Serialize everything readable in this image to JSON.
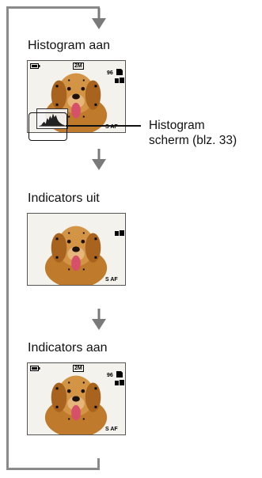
{
  "steps": [
    {
      "caption": "Histogram aan",
      "indicators": {
        "battery": true,
        "size": "2M",
        "count": "96",
        "card": true,
        "mode": true,
        "focus": "S AF",
        "histogram": true
      }
    },
    {
      "caption": "Indicators uit",
      "indicators": {
        "battery": false,
        "size": "",
        "count": "",
        "card": false,
        "mode": true,
        "focus": "S AF",
        "histogram": false
      }
    },
    {
      "caption": "Indicators aan",
      "indicators": {
        "battery": true,
        "size": "2M",
        "count": "96",
        "card": true,
        "mode": true,
        "focus": "S AF",
        "histogram": false
      }
    }
  ],
  "callout": {
    "line1": "Histogram",
    "line2": "scherm (blz. 33)"
  },
  "colors": {
    "flow_line": "#8a8a8a",
    "arrow": "#7a7a7a",
    "dog": "#c98a3a",
    "background": "#f3f3ef"
  }
}
